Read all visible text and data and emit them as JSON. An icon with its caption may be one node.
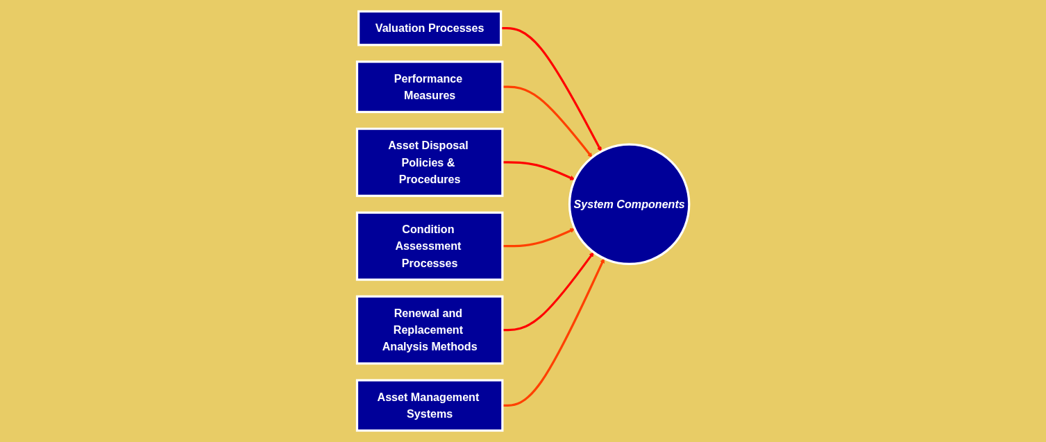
{
  "diagram": {
    "nodes": [
      {
        "text": [
          "System Components"
        ]
      },
      {
        "text": [
          "Valuation Processes"
        ]
      },
      {
        "text": [
          "Performance Measures"
        ]
      },
      {
        "text": [
          "Asset Disposal Policies & Procedures"
        ]
      },
      {
        "text": [
          "Condition Assessment Processes"
        ]
      },
      {
        "text": [
          "Renewal and Replacement Analysis Methods"
        ]
      },
      {
        "text": [
          "Asset Management Systems"
        ]
      }
    ],
    "edges": [
      {
        "from": 1,
        "to": 0,
        "arrow": "to",
        "color": "#ff0000"
      },
      {
        "from": 2,
        "to": 0,
        "arrow": "to",
        "color": "#ff4000"
      },
      {
        "from": 3,
        "to": 0,
        "arrow": "to",
        "color": "#ff0000"
      },
      {
        "from": 4,
        "to": 0,
        "arrow": "to",
        "color": "#ff4000"
      },
      {
        "from": 5,
        "to": 0,
        "arrow": "to",
        "color": "#ff0000"
      },
      {
        "from": 6,
        "to": 0,
        "arrow": "to",
        "color": "#ff4000"
      }
    ]
  }
}
